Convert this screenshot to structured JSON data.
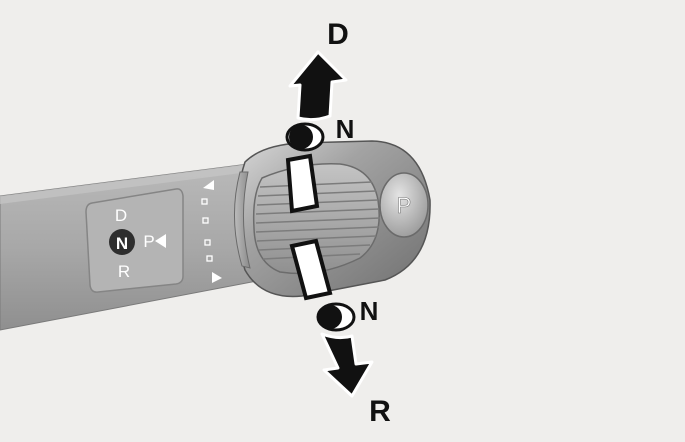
{
  "shifter": {
    "panel_labels": {
      "drive": "D",
      "neutral": "N",
      "park": "P",
      "reverse": "R"
    },
    "knob_button_label": "P"
  },
  "callouts": {
    "up_target": "D",
    "up_intermediate": "N",
    "down_intermediate": "N",
    "down_target": "R"
  },
  "colors": {
    "background": "#efeeec",
    "lever_body": "#a6a6a6",
    "arrow": "#111111",
    "knob_shell": "#8c8c8c"
  }
}
